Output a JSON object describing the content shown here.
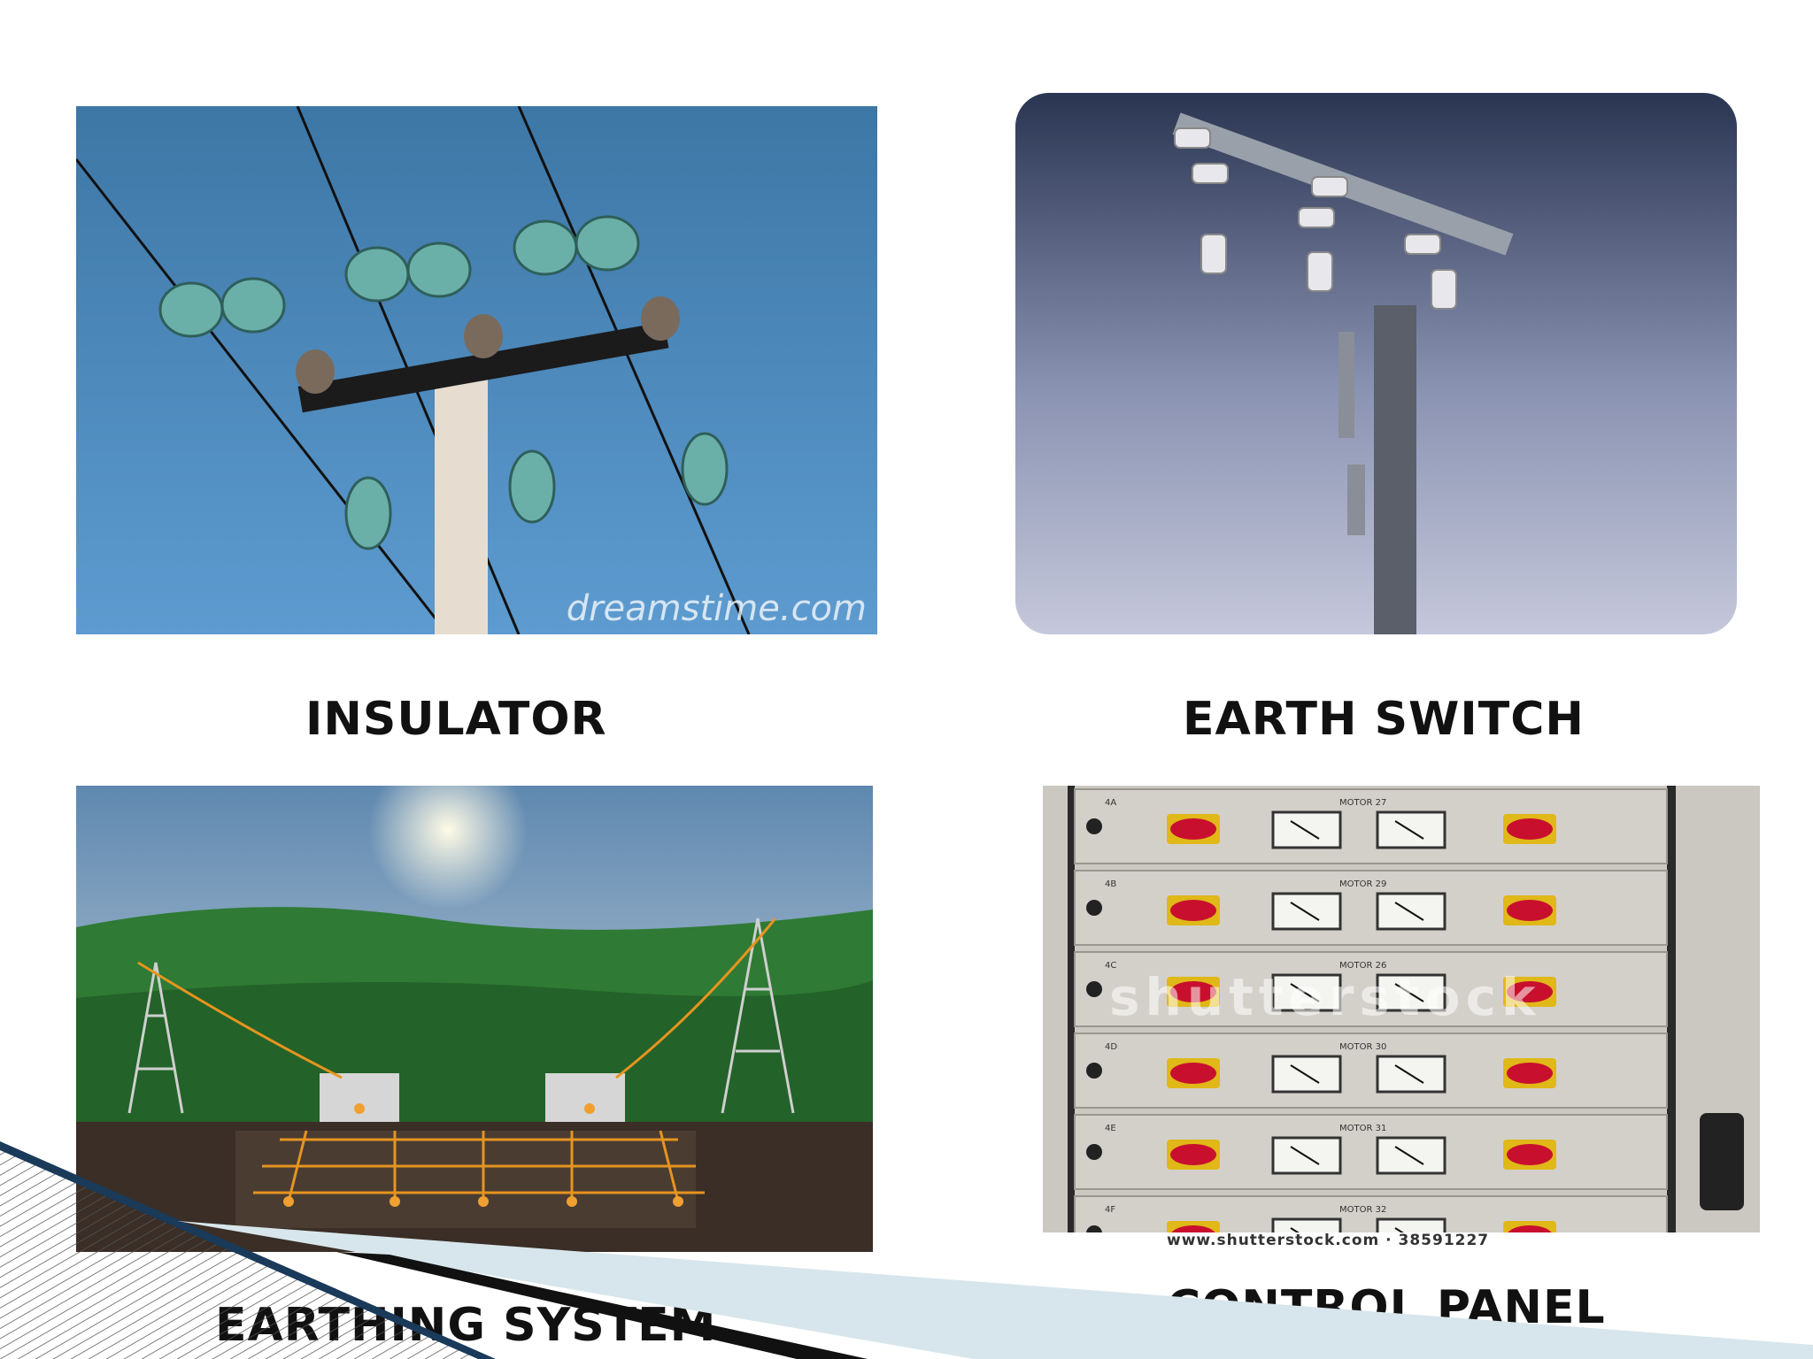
{
  "slide": {
    "items": [
      {
        "caption": "INSULATOR",
        "watermark": "dreamstime.com"
      },
      {
        "caption": "EARTH SWITCH"
      },
      {
        "caption": "EARTHING SYSTEM"
      },
      {
        "caption": "CONTROL PANEL",
        "watermark": "shutterstock",
        "stock_url": "www.shutterstock.com · 38591227"
      }
    ]
  },
  "control_panel": {
    "row_labels": [
      "4A",
      "4B",
      "4C",
      "4D",
      "4E",
      "4F"
    ],
    "motor_labels": [
      "MOTOR 27",
      "MOTOR 29",
      "MOTOR 26",
      "MOTOR 30",
      "MOTOR 31",
      "MOTOR 32"
    ]
  },
  "colors": {
    "accent": "#d7e6ec",
    "dark_stripe": "#111111"
  }
}
